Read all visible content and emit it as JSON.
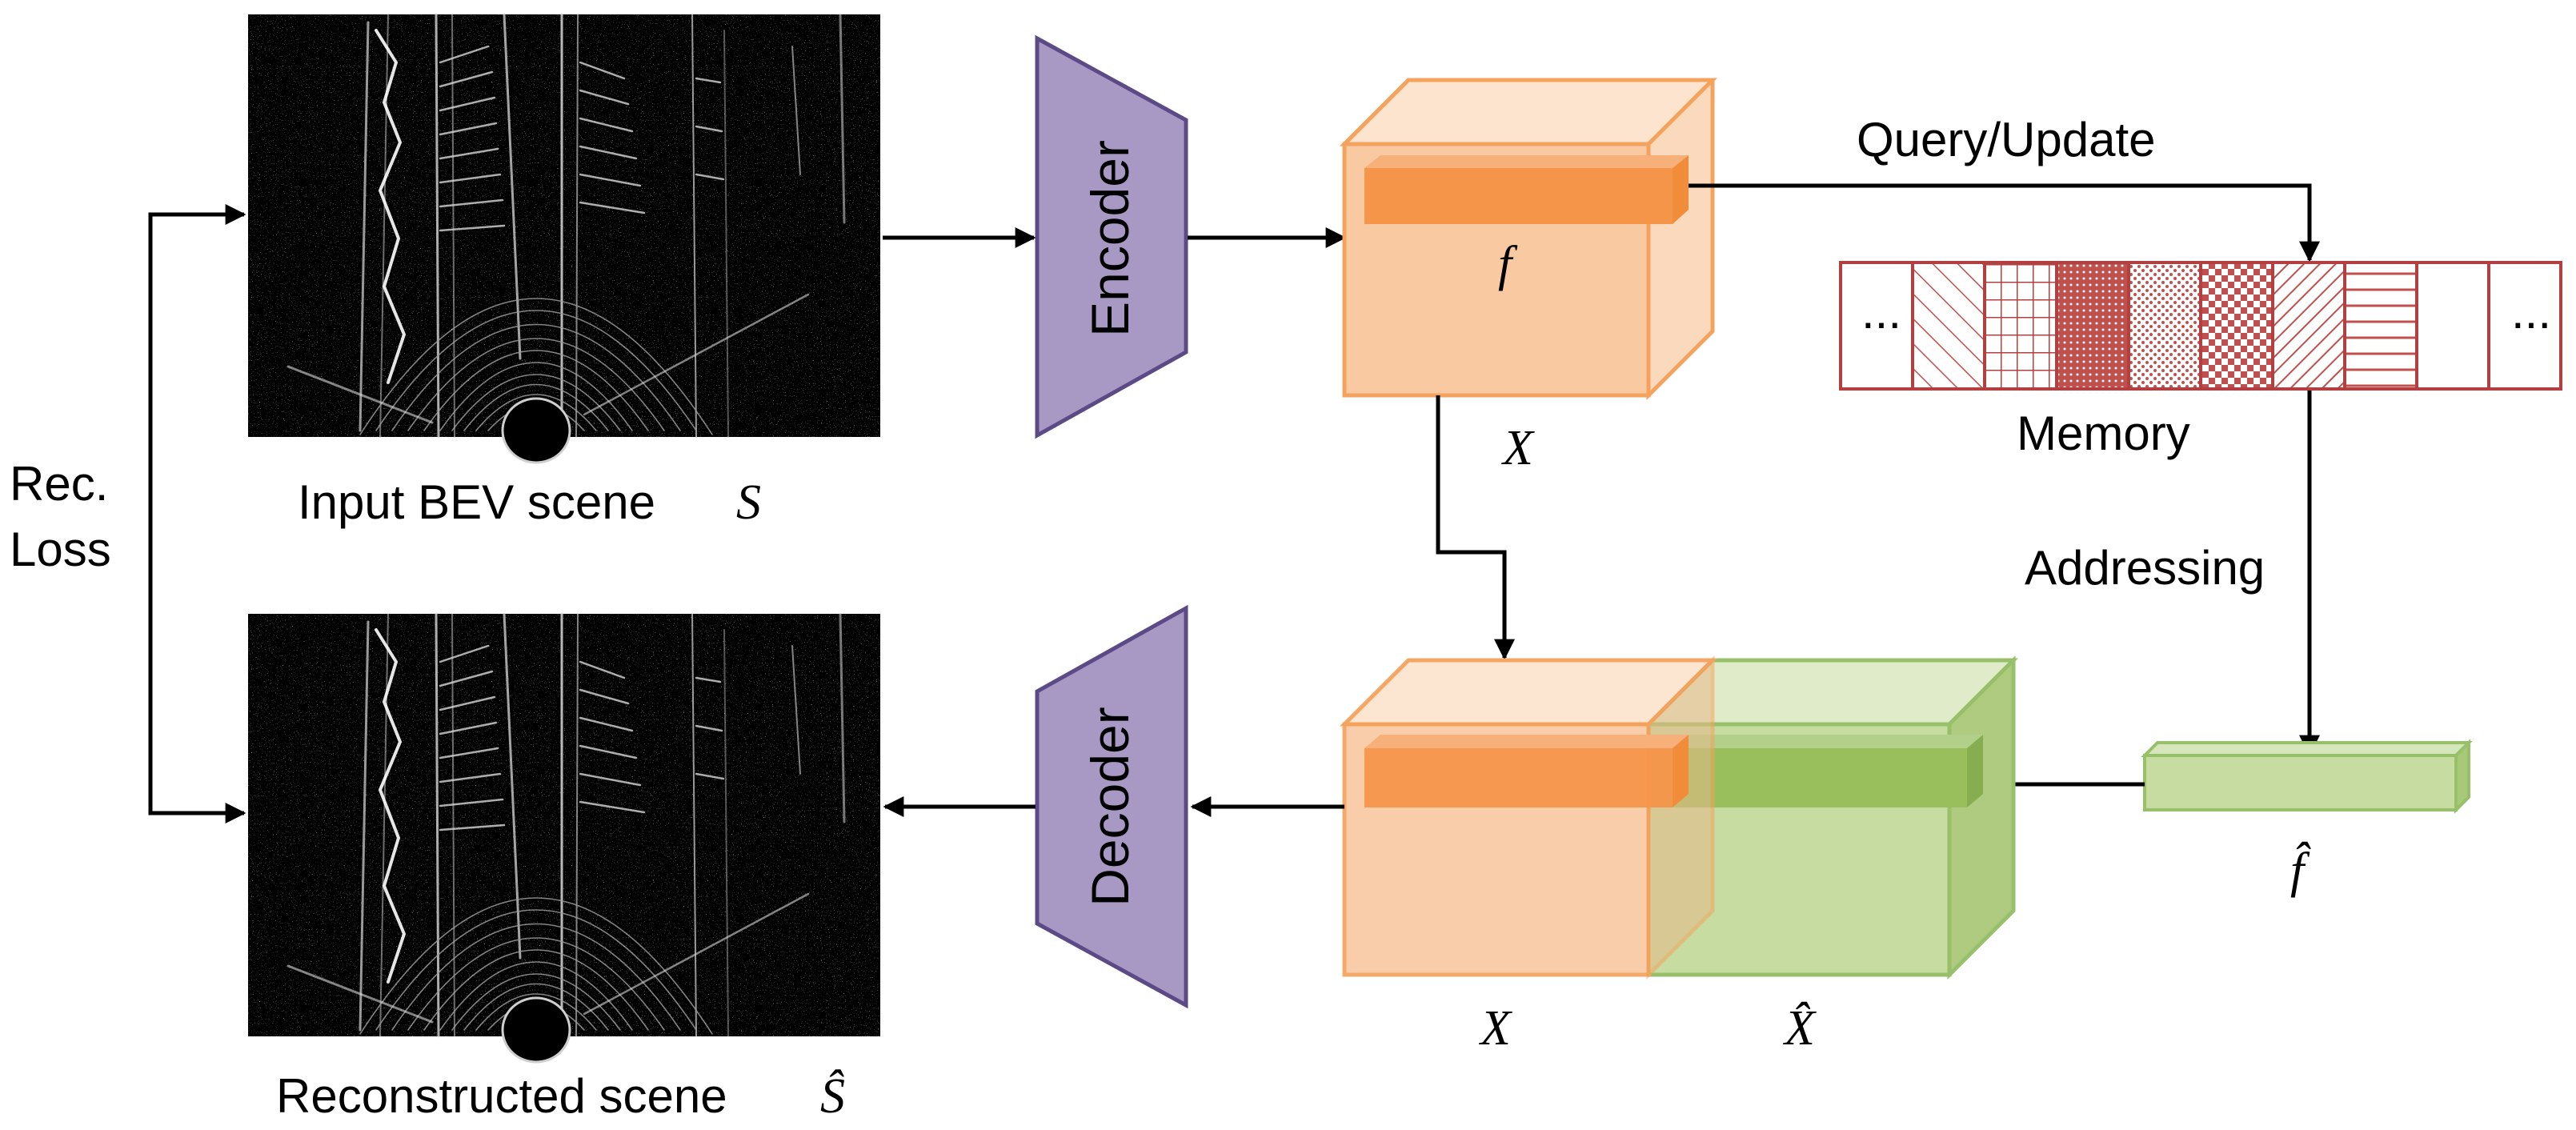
{
  "labels": {
    "input_caption": "Input BEV scene",
    "input_symbol": "S",
    "recon_caption": "Reconstructed scene",
    "recon_symbol": "Ŝ",
    "rec_loss_line1": "Rec.",
    "rec_loss_line2": "Loss",
    "encoder": "Encoder",
    "decoder": "Decoder",
    "feature_f": "f",
    "feature_f_hat": "f̂",
    "volume_x_top": "X",
    "volume_x_bottom": "X",
    "volume_x_hat": "X̂",
    "query_update": "Query/Update",
    "memory": "Memory",
    "addressing": "Addressing",
    "memory_ellipsis_left": "...",
    "memory_ellipsis_right": "..."
  },
  "colors": {
    "encoder_fill": "#a899c4",
    "encoder_stroke": "#5b4a86",
    "orange_fill": "#f9c9a2",
    "orange_stroke": "#f5a25d",
    "orange_bar": "#f5954a",
    "green_fill": "#c6dca0",
    "green_stroke": "#98c06a",
    "green_bar": "#99bf5c",
    "memory_stroke": "#b34040",
    "memory_pattern": "#c0504d",
    "arrow": "#000000"
  },
  "memory_slots": [
    "dots-left",
    "diagonal-lines",
    "grid",
    "dense-dots",
    "sparse-dots",
    "checker",
    "diagonal-dense",
    "horizontal-lines",
    "empty",
    "dots-right"
  ]
}
